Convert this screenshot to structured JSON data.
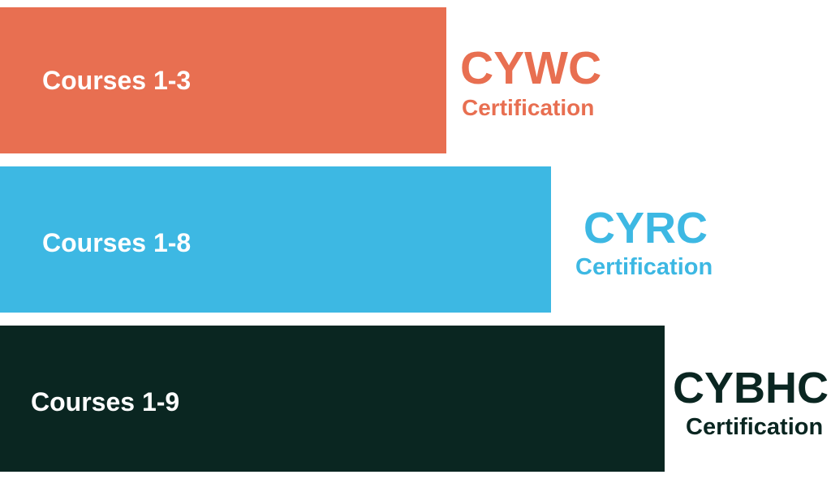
{
  "colors": {
    "tier1": "#E86F51",
    "tier2": "#3DB8E3",
    "tier3": "#0A2621"
  },
  "tiers": [
    {
      "courses": "Courses 1-3",
      "code": "CYWC",
      "subtitle": "Certification"
    },
    {
      "courses": "Courses 1-8",
      "code": "CYRC",
      "subtitle": "Certification"
    },
    {
      "courses": "Courses 1-9",
      "code": "CYBHC",
      "subtitle": "Certification"
    }
  ]
}
